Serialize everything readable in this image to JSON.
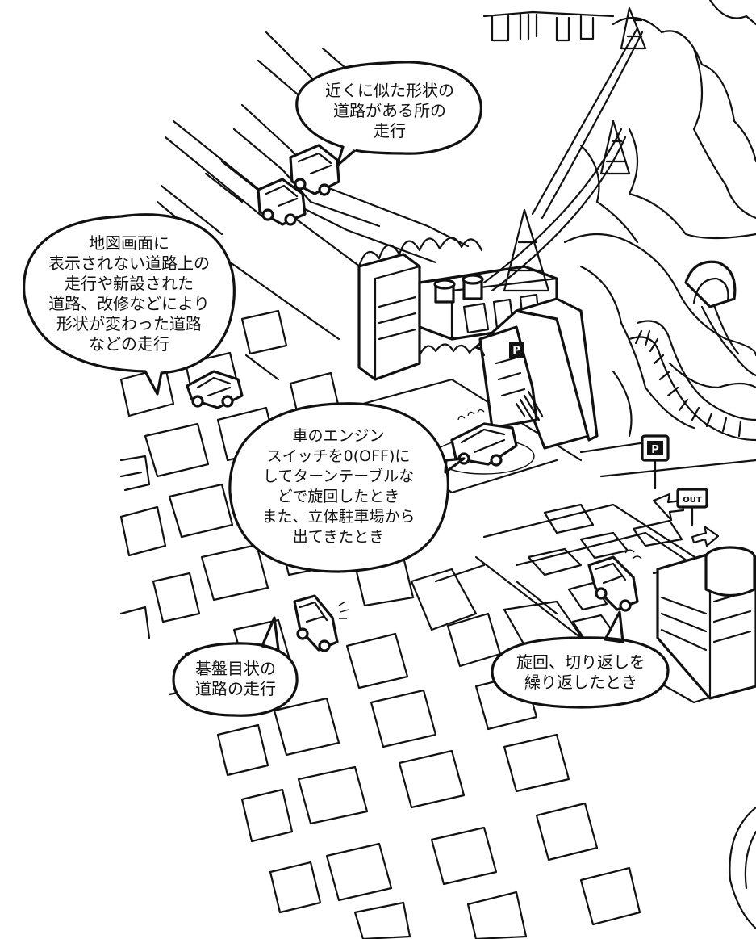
{
  "bubbles": {
    "similar_roads": {
      "lines": [
        "近くに似た形状の",
        "道路がある所の",
        "走行"
      ]
    },
    "unmapped_roads": {
      "lines": [
        "地図画面に",
        "表示されない道路上の",
        "走行や新設された",
        "道路、改修などにより",
        "形状が変わった道路",
        "などの走行"
      ]
    },
    "turntable": {
      "lines": [
        "車のエンジン",
        "スイッチを0(OFF)に",
        "してターンテーブルな",
        "どで旋回したとき",
        "また、立体駐車場から",
        "出てきたとき"
      ]
    },
    "grid_roads": {
      "lines": [
        "碁盤目状の",
        "道路の走行"
      ]
    },
    "repeated_turns": {
      "lines": [
        "旋回、切り返しを",
        "繰り返したとき"
      ]
    }
  },
  "signs": {
    "parking": "P",
    "out": "OUT"
  },
  "colors": {
    "ink": "#111111",
    "paper": "#ffffff",
    "shade": "#cfcfcf"
  }
}
